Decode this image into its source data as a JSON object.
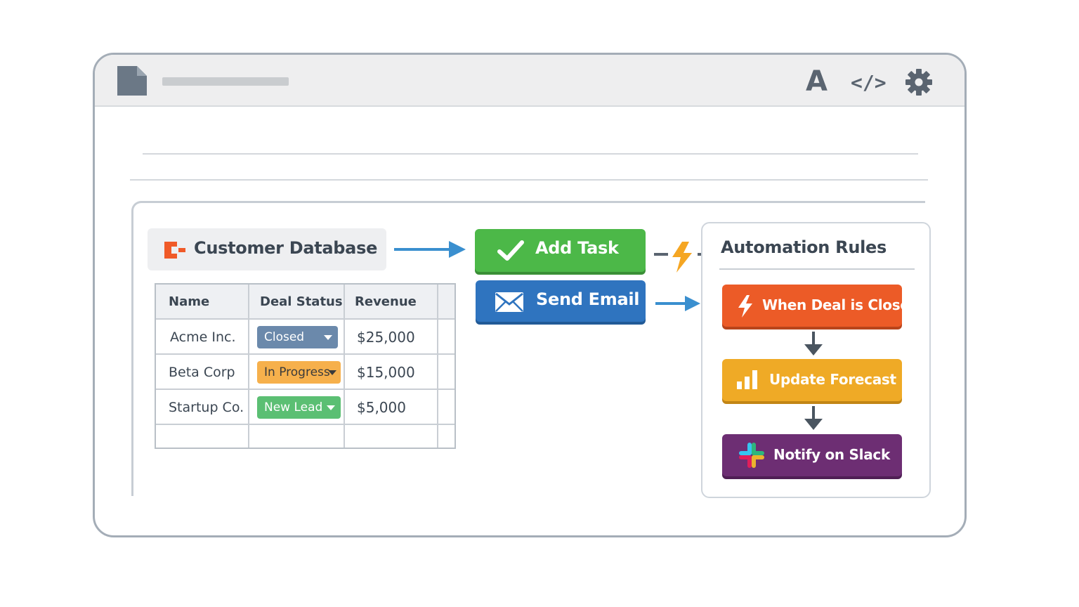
{
  "toolbar": {
    "font_icon_glyph": "A",
    "code_icon_glyph": "</>"
  },
  "database": {
    "title": "Customer Database",
    "columns": [
      "Name",
      "Deal Status",
      "Revenue"
    ],
    "rows": [
      {
        "name": "Acme Inc.",
        "status": "Closed",
        "status_color": "#6b89ab",
        "revenue": "$25,000"
      },
      {
        "name": "Beta Corp",
        "status": "In Progress",
        "status_color": "#f6b04c",
        "revenue": "$15,000"
      },
      {
        "name": "Startup Co.",
        "status": "New Lead",
        "status_color": "#5bbf73",
        "revenue": "$5,000"
      }
    ]
  },
  "actions": {
    "add_task": {
      "label": "Add Task",
      "color": "#4cb848"
    },
    "send_email": {
      "label": "Send Email",
      "color": "#2f74bf"
    }
  },
  "automation": {
    "title": "Automation Rules",
    "rules": [
      {
        "label": "When Deal is Closed",
        "color": "#ec5b27",
        "icon": "lightning-icon"
      },
      {
        "label": "Update Forecast",
        "color": "#efaa26",
        "icon": "bar-chart-icon"
      },
      {
        "label": "Notify on Slack",
        "color": "#6d2e73",
        "icon": "slack-icon"
      }
    ]
  },
  "colors": {
    "accent_blue_arrow": "#3a8fcf",
    "trigger_bolt": "#f5a623",
    "database_icon": "#f05a28"
  }
}
